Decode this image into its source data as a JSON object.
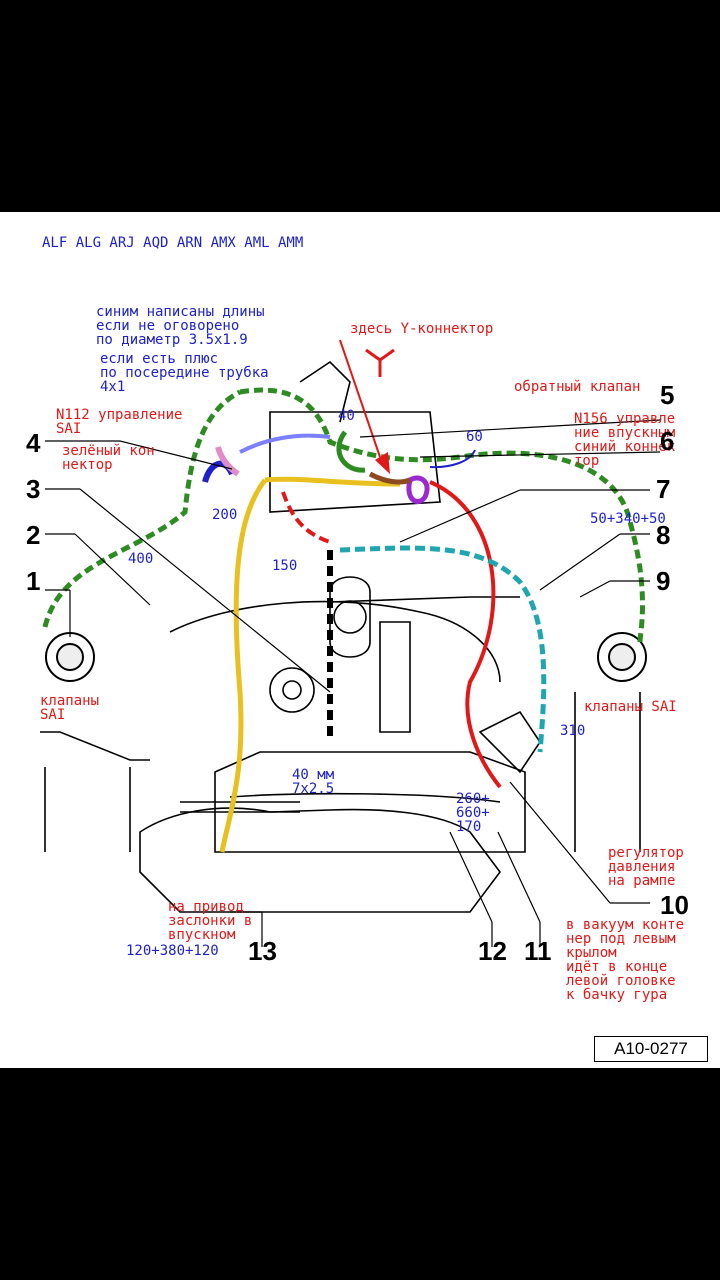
{
  "header": "ALF ALG ARJ AQD ARN AMX AML AMM",
  "notes": {
    "lengths": "синим написаны длины\nесли не оговорено\nпо диаметр 3.5x1.9",
    "plus": "если есть плюс\nпо посередине трубка\n4x1",
    "y_connector": "здесь Y-коннектор",
    "check_valve": "обратный клапан",
    "n112": "N112 управление\nSAI",
    "green_connector": "зелёный кон\nнектор",
    "n156": "N156 управле\nние впускным\nсиний коннек\nтор",
    "sai_left": "клапаны\nSAI",
    "sai_right": "клапаны SAI",
    "regulator": "регулятор\nдавления\nна рампе",
    "intake_drive": "на привод\nзаслонки в\nвпускном",
    "vacuum": "в вакуум конте\nнер под левым\nкрылом\nидёт в конце\nлевой головке\nк бачку гура"
  },
  "lengths": {
    "l40": "40",
    "l60": "60",
    "l200": "200",
    "l400": "400",
    "l150": "150",
    "l50": "50+340+50",
    "l310": "310",
    "l40mm": "40 мм\n7x2.5",
    "l260": "260+\n660+\n170",
    "l120": "120+380+120"
  },
  "callouts": [
    "1",
    "2",
    "3",
    "4",
    "5",
    "6",
    "7",
    "8",
    "9",
    "10",
    "11",
    "12",
    "13"
  ],
  "figure_ref": "A10-0277",
  "colors": {
    "green_hose": "#2e8b22",
    "yellow_hose": "#e8c020",
    "red_hose": "#e01818",
    "cyan_hose": "#20a6b0",
    "blue_hose": "#1e22c8",
    "purple_hose": "#9a2ad0",
    "pink_hose": "#e08cc8"
  }
}
